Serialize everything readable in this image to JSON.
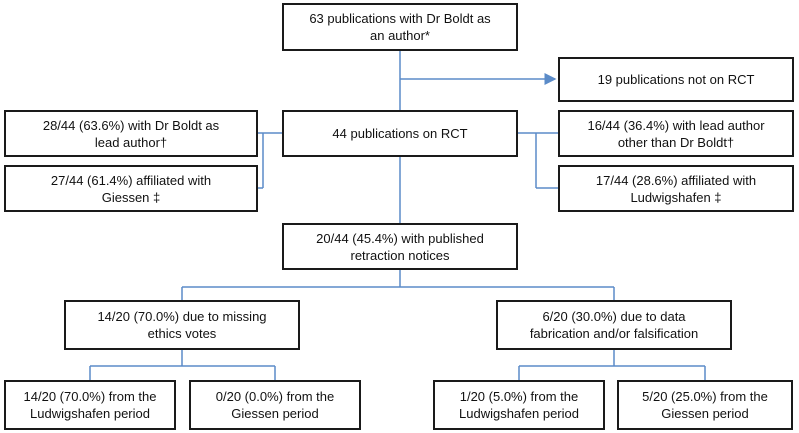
{
  "flowchart": {
    "top": {
      "line1": "63 publications with Dr Boldt as",
      "line2": "an author*"
    },
    "not_rct": {
      "line1": "19 publications not on RCT"
    },
    "rct": {
      "line1": "44 publications on RCT"
    },
    "lead": {
      "line1": "28/44 (63.6%) with Dr Boldt as",
      "line2": "lead author†"
    },
    "giessen": {
      "line1": "27/44 (61.4%) affiliated with",
      "line2": "Giessen ‡"
    },
    "other_lead": {
      "line1": "16/44 (36.4%) with lead author",
      "line2": "other than Dr Boldt†"
    },
    "ludwigshafen": {
      "line1": "17/44 (28.6%) affiliated with",
      "line2": "Ludwigshafen ‡"
    },
    "retraction": {
      "line1": "20/44 (45.4%) with published",
      "line2": "retraction notices"
    },
    "ethics": {
      "line1": "14/20 (70.0%) due to missing",
      "line2": "ethics votes"
    },
    "fabrication": {
      "line1": "6/20 (30.0%) due to data",
      "line2": "fabrication and/or falsification"
    },
    "ethics_ludwigshafen": {
      "line1": "14/20 (70.0%) from the",
      "line2": "Ludwigshafen period"
    },
    "ethics_giessen": {
      "line1": "0/20 (0.0%) from the",
      "line2": "Giessen period"
    },
    "fab_ludwigshafen": {
      "line1": "1/20 (5.0%) from the",
      "line2": "Ludwigshafen period"
    },
    "fab_giessen": {
      "line1": "5/20 (25.0%) from the",
      "line2": "Giessen period"
    }
  },
  "colors": {
    "connector": "#5b8bc8",
    "border": "#1a1a1a",
    "text": "#111111"
  }
}
